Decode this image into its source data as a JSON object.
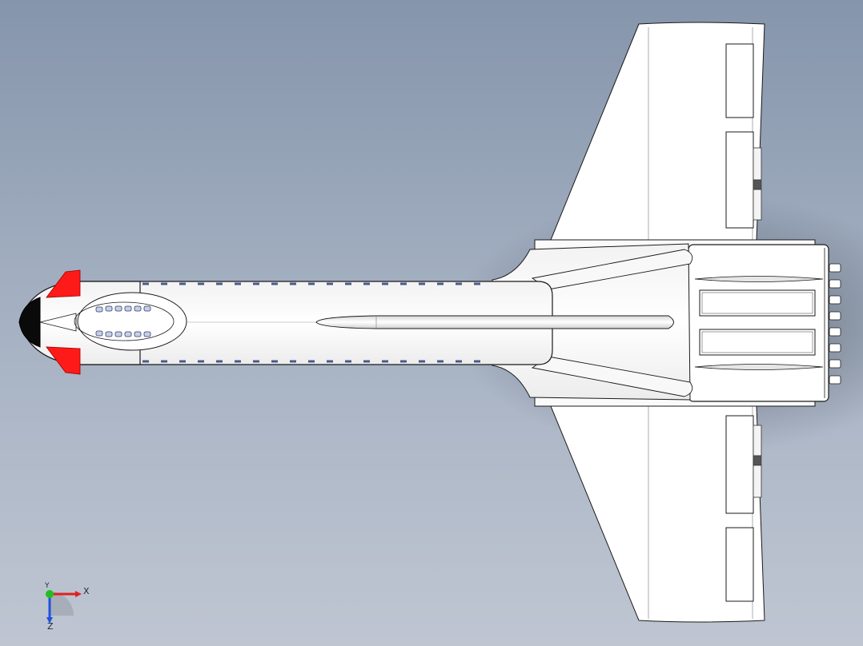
{
  "viewport": {
    "background_top": "#8595ab",
    "background_bottom": "#bfc6d2"
  },
  "model": {
    "body_color": "#ffffff",
    "edge_color": "#1a1a1a",
    "fin_color": "#ff1a1a",
    "nose_color": "#0a0a0a"
  },
  "triad": {
    "x_label": "X",
    "y_label": "Y",
    "z_label": "Z",
    "x_color": "#e02020",
    "y_color": "#20c020",
    "z_color": "#2050e0"
  }
}
